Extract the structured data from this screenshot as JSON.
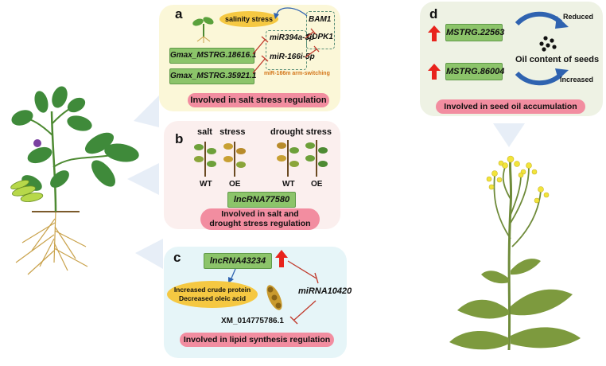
{
  "panel_a": {
    "letter": "a",
    "salinity": "salinity stress",
    "bam1": "BAM1",
    "cdpk1": "CDPK1",
    "mir394": "miR394a-3p",
    "mir166": "miR-166i-5p",
    "gene1": "Gmax_MSTRG.18616.1",
    "gene2": "Gmax_MSTRG.35921.1",
    "switching": "miR-166m arm-switching",
    "summary": "Involved in salt stress regulation"
  },
  "panel_b": {
    "letter": "b",
    "salt_head": "salt   stress",
    "drought_head": "drought stress",
    "wt1": "WT",
    "oe1": "OE",
    "wt2": "WT",
    "oe2": "OE",
    "lnc": "lncRNA77580",
    "summary_line1": "Involved in salt and",
    "summary_line2": "drought stress regulation"
  },
  "panel_c": {
    "letter": "c",
    "lnc": "lncRNA43234",
    "effect_line1": "Increased crude protein",
    "effect_line2": "Decreased oleic acid",
    "mirna": "miRNA10420",
    "target": "XM_014775786.1",
    "summary": "Involved in lipid synthesis regulation"
  },
  "panel_d": {
    "letter": "d",
    "gene1": "MSTRG.22563",
    "gene2": "MSTRG.86004",
    "reduced": "Reduced",
    "increased": "Increased",
    "oil": "Oil content of seeds",
    "summary": "Involved in seed oil accumulation"
  },
  "colors": {
    "panel_a_bg": "#fbf7d8",
    "panel_b_bg": "#fbefee",
    "panel_c_bg": "#e6f5f8",
    "panel_d_bg": "#eef2e4",
    "gene_box": "#8cc46a",
    "summary_pill": "#f28da0",
    "stress_oval": "#f5c842",
    "arrow_blue": "#2f63b0",
    "inhibit_red": "#c0392b",
    "up_arrow": "#e8231c",
    "switch_text": "#d4761a"
  }
}
